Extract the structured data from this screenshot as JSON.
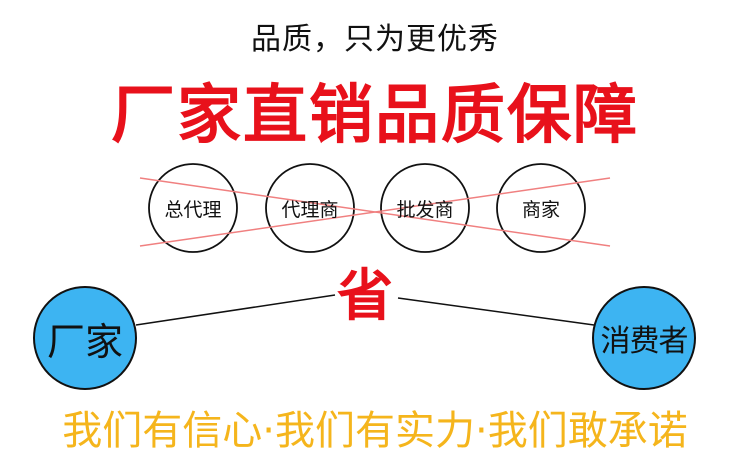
{
  "header": {
    "subtitle": "品质，只为更优秀",
    "title": "厂家直销品质保障"
  },
  "middlemen": [
    {
      "label": "总代理"
    },
    {
      "label": "代理商"
    },
    {
      "label": "批发商"
    },
    {
      "label": "商家"
    }
  ],
  "savings": {
    "label": "省"
  },
  "flow": {
    "source": "厂家",
    "destination": "消费者"
  },
  "slogan": "我们有信心·我们有实力·我们敢承诺",
  "colors": {
    "title_red": "#e8111b",
    "endpoint_blue": "#3db4f2",
    "slogan_gold": "#f5b51c",
    "cross_red": "#f08080"
  }
}
